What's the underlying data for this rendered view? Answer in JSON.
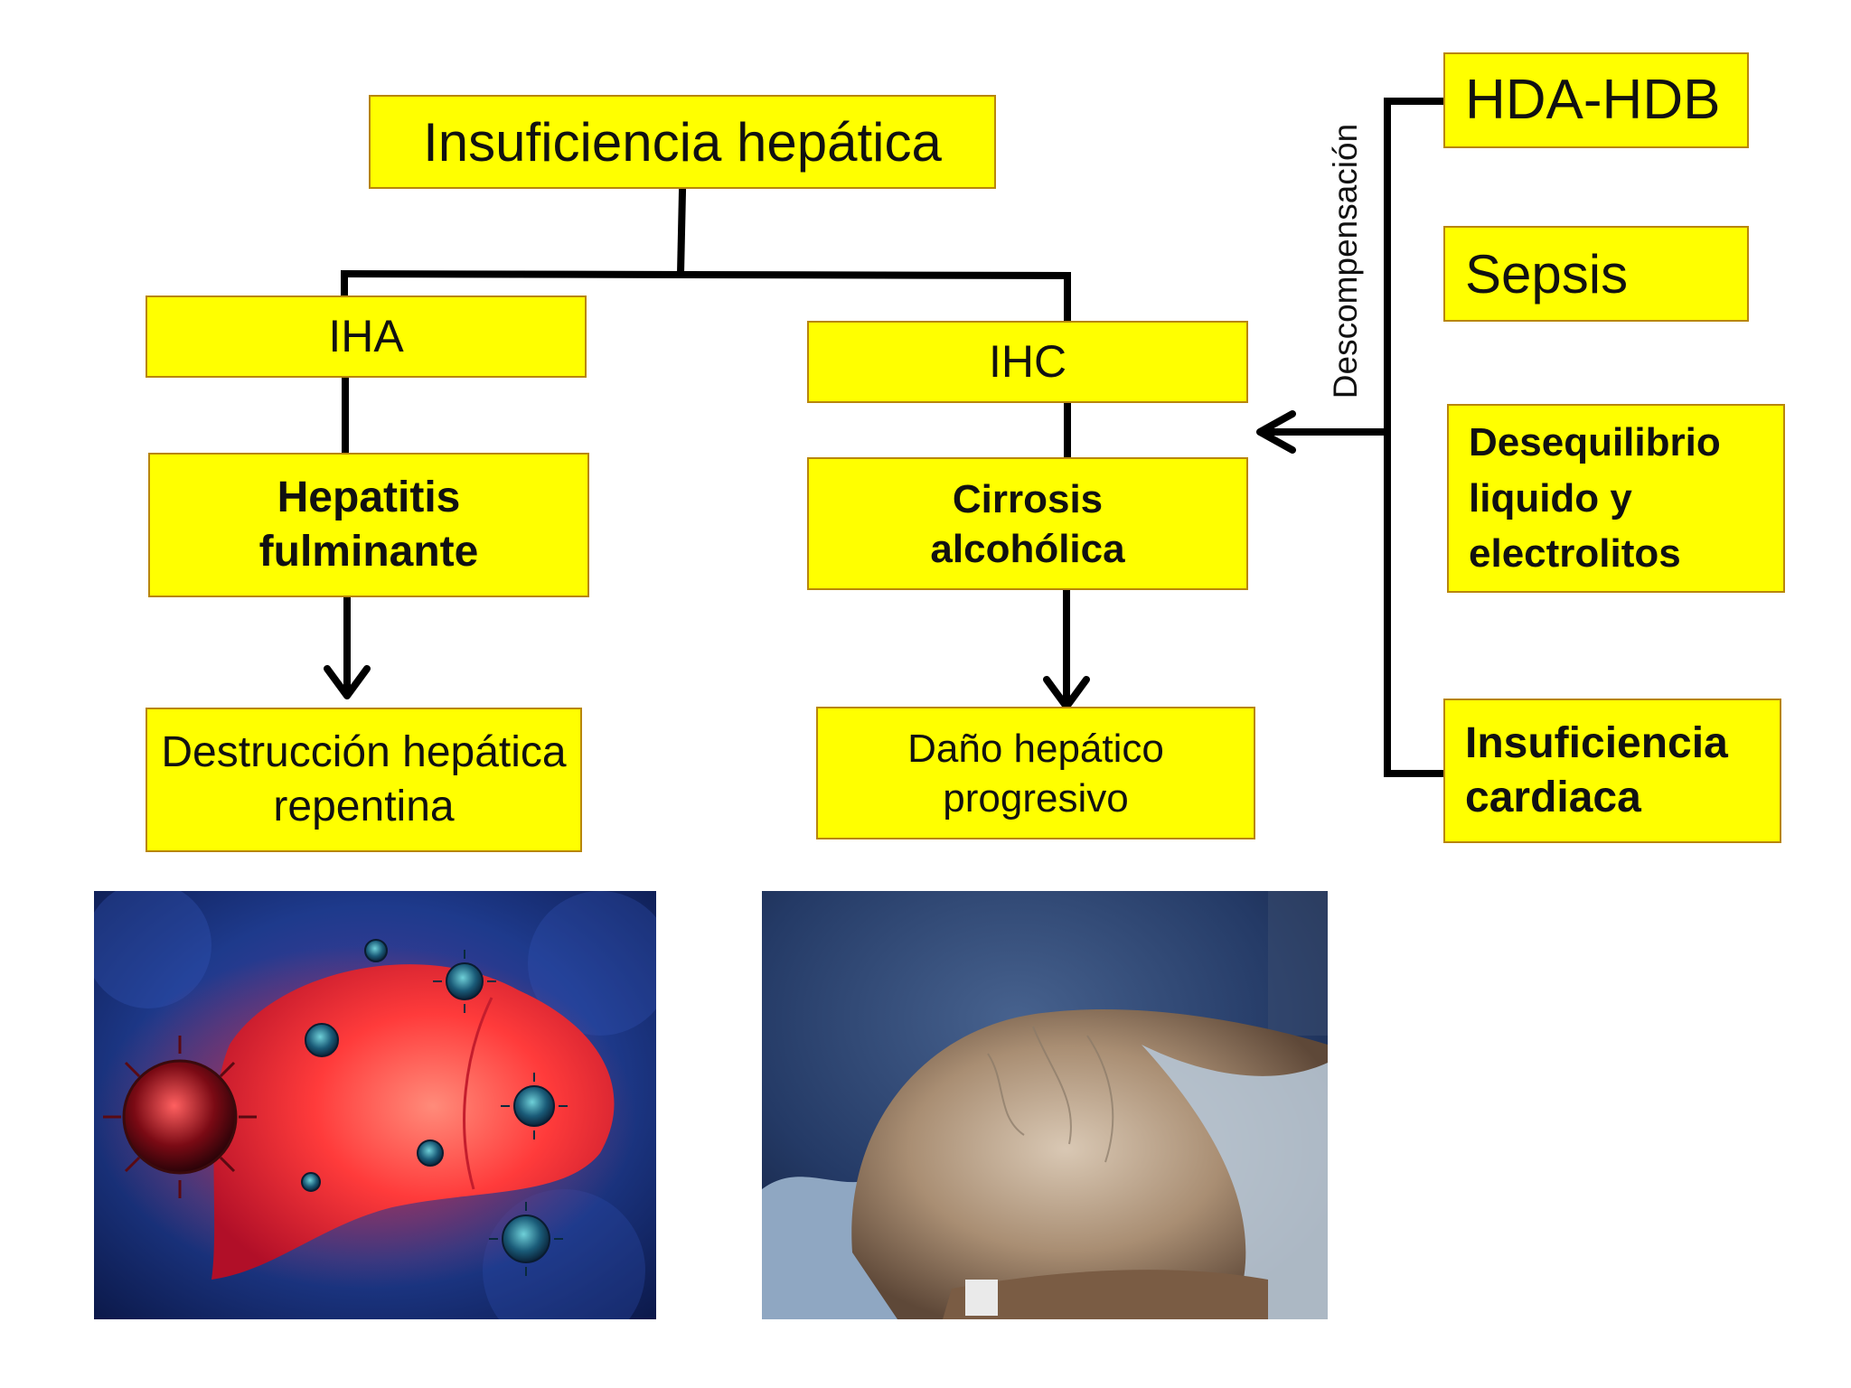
{
  "root": {
    "label": "Insuficiencia hepática"
  },
  "iha": {
    "label": "IHA",
    "cause": "Hepatitis fulminante",
    "effect": "Destrucción hepática repentina"
  },
  "ihc": {
    "label": "IHC",
    "cause": "Cirrosis alcohólica",
    "effect": "Daño hepático progresivo"
  },
  "decompensation": {
    "label": "Descompensación",
    "items": [
      "HDA-HDB",
      "Sepsis",
      "Desequilibrio liquido y electrolitos",
      "Insuficiencia cardiaca"
    ]
  },
  "colors": {
    "box_fill": "#ffff00",
    "box_border": "#b8860b",
    "line": "#000000"
  },
  "images": {
    "left": "virus-liver-illustration",
    "right": "distended-abdomen-photo"
  }
}
